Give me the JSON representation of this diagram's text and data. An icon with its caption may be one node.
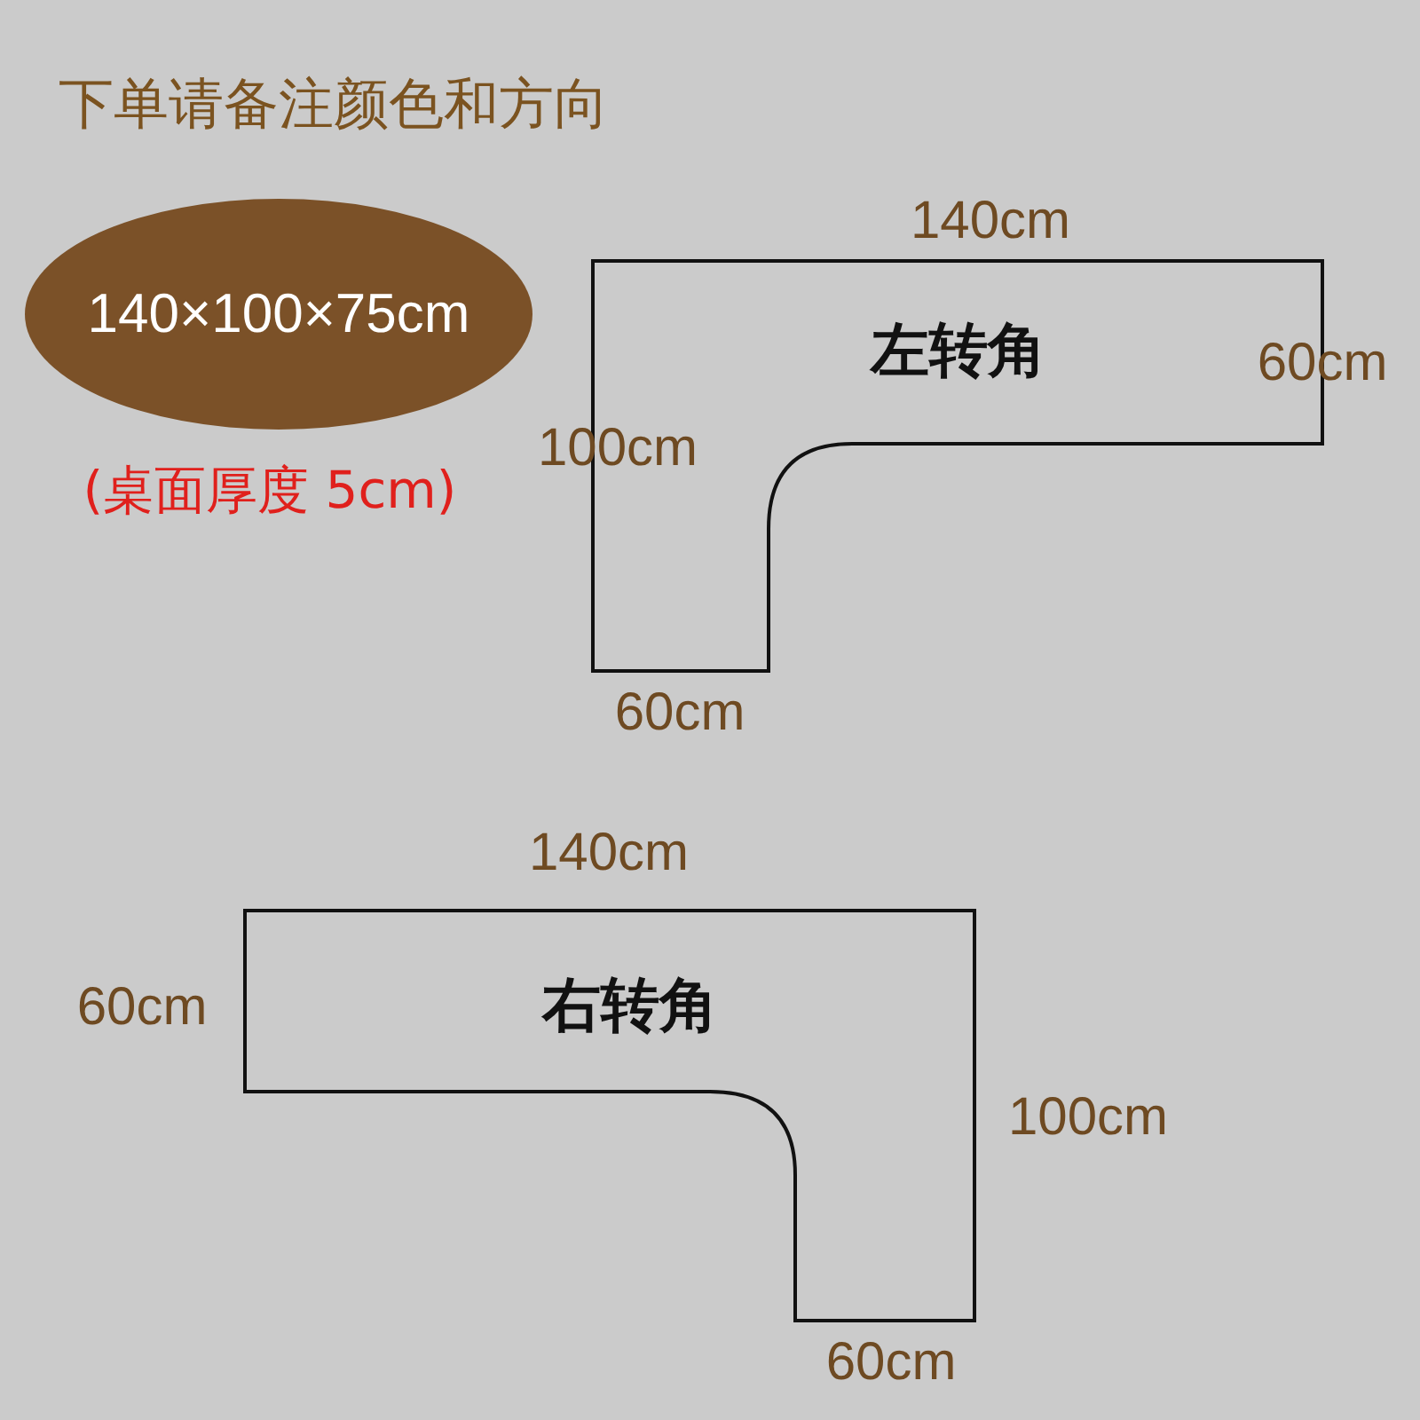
{
  "diagram": {
    "title": "下单请备注颜色和方向",
    "nodes": [
      {
        "text": [
          "140×100×75cm"
        ],
        "beside": [
          "(桌面厚度 5cm)"
        ]
      },
      {
        "text": [
          "左转角"
        ]
      },
      {
        "text": [
          "右转角"
        ]
      }
    ],
    "labels": [
      "140cm",
      "60cm",
      "100cm",
      "60cm",
      "140cm",
      "60cm",
      "100cm",
      "60cm"
    ]
  }
}
